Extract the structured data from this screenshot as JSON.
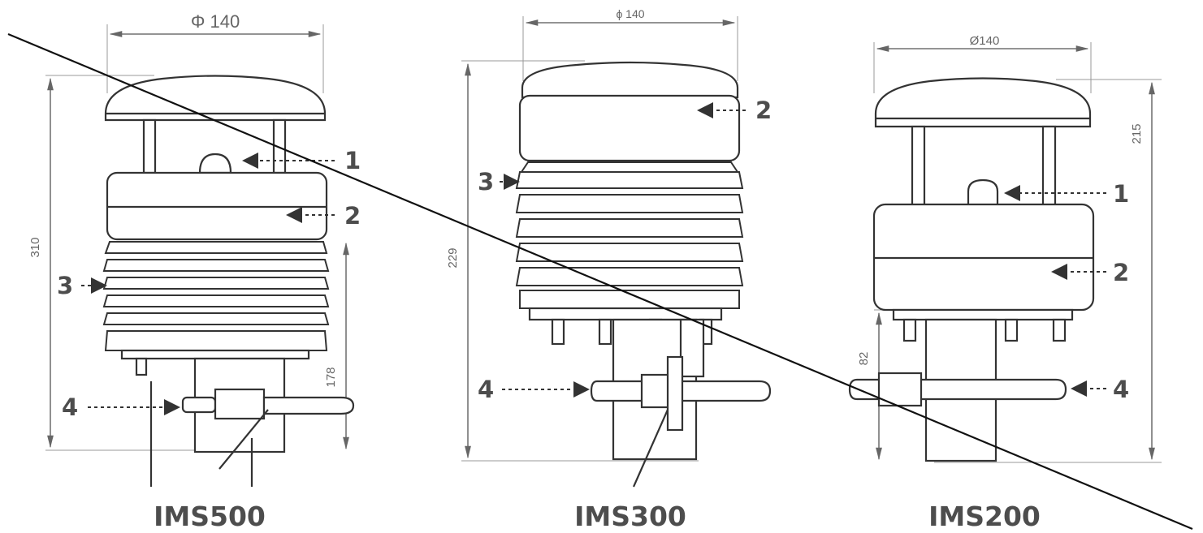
{
  "figure": {
    "models": [
      {
        "id": "ims500",
        "name": "IMS500",
        "dim_top": "Φ 140",
        "dim_height": "310",
        "dim_mount": "178",
        "callouts": [
          "1",
          "2",
          "3",
          "4"
        ]
      },
      {
        "id": "ims300",
        "name": "IMS300",
        "dim_top": "ϕ 140",
        "dim_height": "229",
        "callouts": [
          "2",
          "3",
          "4"
        ]
      },
      {
        "id": "ims200",
        "name": "IMS200",
        "dim_top": "Ø140",
        "dim_height": "215",
        "dim_mount": "82",
        "callouts": [
          "1",
          "2",
          "4"
        ]
      }
    ],
    "colors": {
      "line": "#333333",
      "dimension": "#666666",
      "label": "#4d4d4d",
      "background": "#ffffff"
    }
  }
}
